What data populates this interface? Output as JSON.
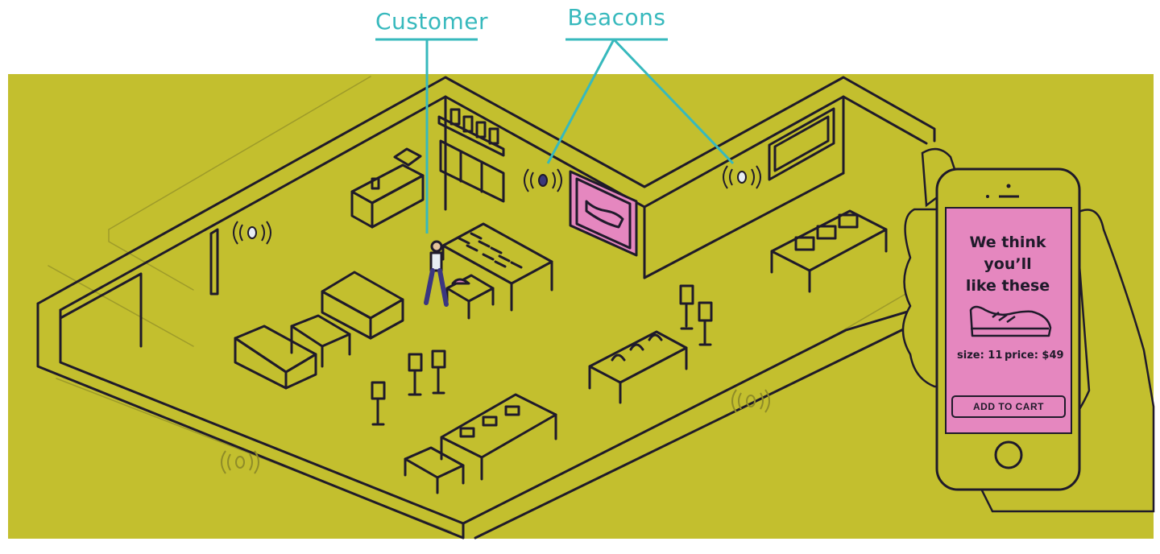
{
  "labels": {
    "customer": "Customer",
    "beacons": "Beacons"
  },
  "phone": {
    "heading_line1": "We think you’ll",
    "heading_line2": "like these",
    "size_text": "size: 11",
    "price_text": "price: $49",
    "button_label": "ADD TO CART"
  },
  "colors": {
    "background": "#c3bf2e",
    "callout": "#37b9bd",
    "screen": "#e587bf",
    "ink": "#1f1a2a"
  }
}
